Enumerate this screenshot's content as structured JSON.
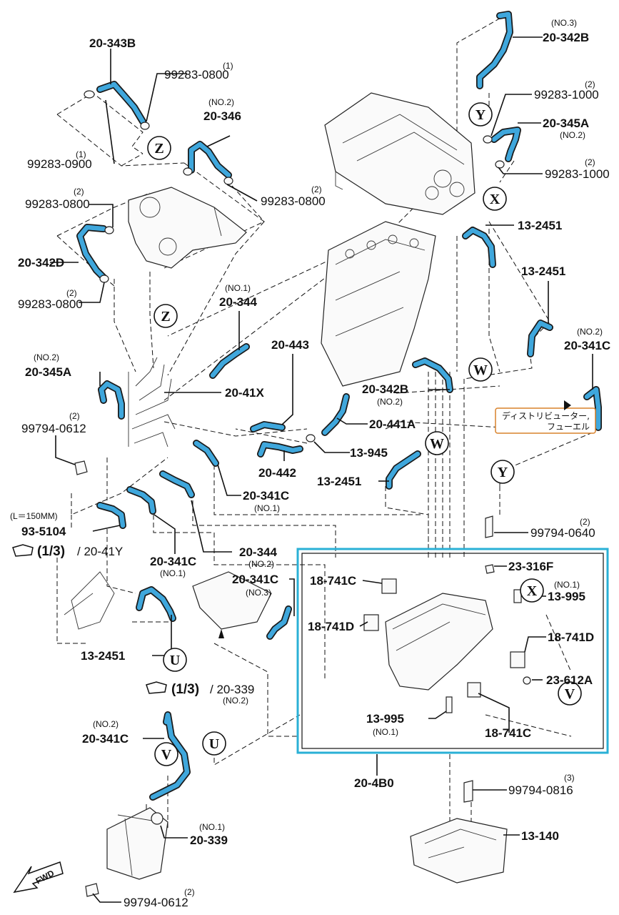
{
  "colors": {
    "hose_fill": "#3fa7dc",
    "highlight_box": "#2ab0d6",
    "note_border": "#d9822b"
  },
  "parts": {
    "p20_343B": "20-343B",
    "p99283_0800_a": "99283-0800",
    "q99283_0800_a": "(1)",
    "p20_346": "20-346",
    "q20_346": "(NO.2)",
    "p99283_0900": "99283-0900",
    "q99283_0900": "(1)",
    "p99283_0800_b": "99283-0800",
    "q99283_0800_b": "(2)",
    "p99283_0800_c": "99283-0800",
    "q99283_0800_c": "(2)",
    "p20_342D": "20-342D",
    "p99283_0800_d": "99283-0800",
    "q99283_0800_d": "(2)",
    "p20_342B_top": "20-342B",
    "q20_342B_top": "(NO.3)",
    "p99283_1000_a": "99283-1000",
    "q99283_1000_a": "(2)",
    "p20_345A_top": "20-345A",
    "q20_345A_top": "(NO.2)",
    "p99283_1000_b": "99283-1000",
    "q99283_1000_b": "(2)",
    "p13_2451_a": "13-2451",
    "p13_2451_b": "13-2451",
    "p20_341C_r": "20-341C",
    "q20_341C_r": "(NO.2)",
    "p20_344_a": "20-344",
    "q20_344_a": "(NO.1)",
    "p20_345A_l": "20-345A",
    "q20_345A_l": "(NO.2)",
    "p20_41X": "20-41X",
    "p20_443": "20-443",
    "p20_342B_mid": "20-342B",
    "q20_342B_mid": "(NO.2)",
    "p99794_0612_a": "99794-0612",
    "q99794_0612_a": "(2)",
    "p20_441A": "20-441A",
    "p13_945": "13-945",
    "p20_442": "20-442",
    "p13_2451_c": "13-2451",
    "p20_341C_n1": "20-341C",
    "q20_341C_n1": "(NO.1)",
    "p93_5104": "93-5104",
    "q93_5104": "(L＝150MM)",
    "p99794_0640": "99794-0640",
    "q99794_0640": "(2)",
    "ref_13": "(1/3)",
    "ref_20_41Y": "/ 20-41Y",
    "p20_344_b": "20-344",
    "q20_344_b": "(NO.2)",
    "p20_341C_n1b": "20-341C",
    "q20_341C_n1b": "(NO.1)",
    "p20_341C_n3": "20-341C",
    "q20_341C_n3": "(NO.3)",
    "p23_316F": "23-316F",
    "p18_741C_a": "18-741C",
    "p18_741D_a": "18-741D",
    "p13_995_a": "13-995",
    "q13_995_a": "(NO.1)",
    "p18_741D_b": "18-741D",
    "p23_612A": "23-612A",
    "p13_2451_d": "13-2451",
    "ref_13b": "(1/3)",
    "ref_20_339": "/ 20-339",
    "q20_339_ref": "(NO.2)",
    "p13_995_b": "13-995",
    "q13_995_b": "(NO.1)",
    "p18_741C_b": "18-741C",
    "p20_4B0": "20-4B0",
    "p20_341C_v": "20-341C",
    "q20_341C_v": "(NO.2)",
    "p99794_0816": "99794-0816",
    "q99794_0816": "(3)",
    "p20_339": "20-339",
    "q20_339": "(NO.1)",
    "p13_140": "13-140",
    "p99794_0612_b": "99794-0612",
    "q99794_0612_b": "(2)"
  },
  "note": {
    "line1": "ディストリビューター,",
    "line2": "フューエル"
  },
  "markers": {
    "Y": "Y",
    "Z": "Z",
    "X": "X",
    "W": "W",
    "U": "U",
    "V": "V"
  },
  "fwd": "FWD"
}
